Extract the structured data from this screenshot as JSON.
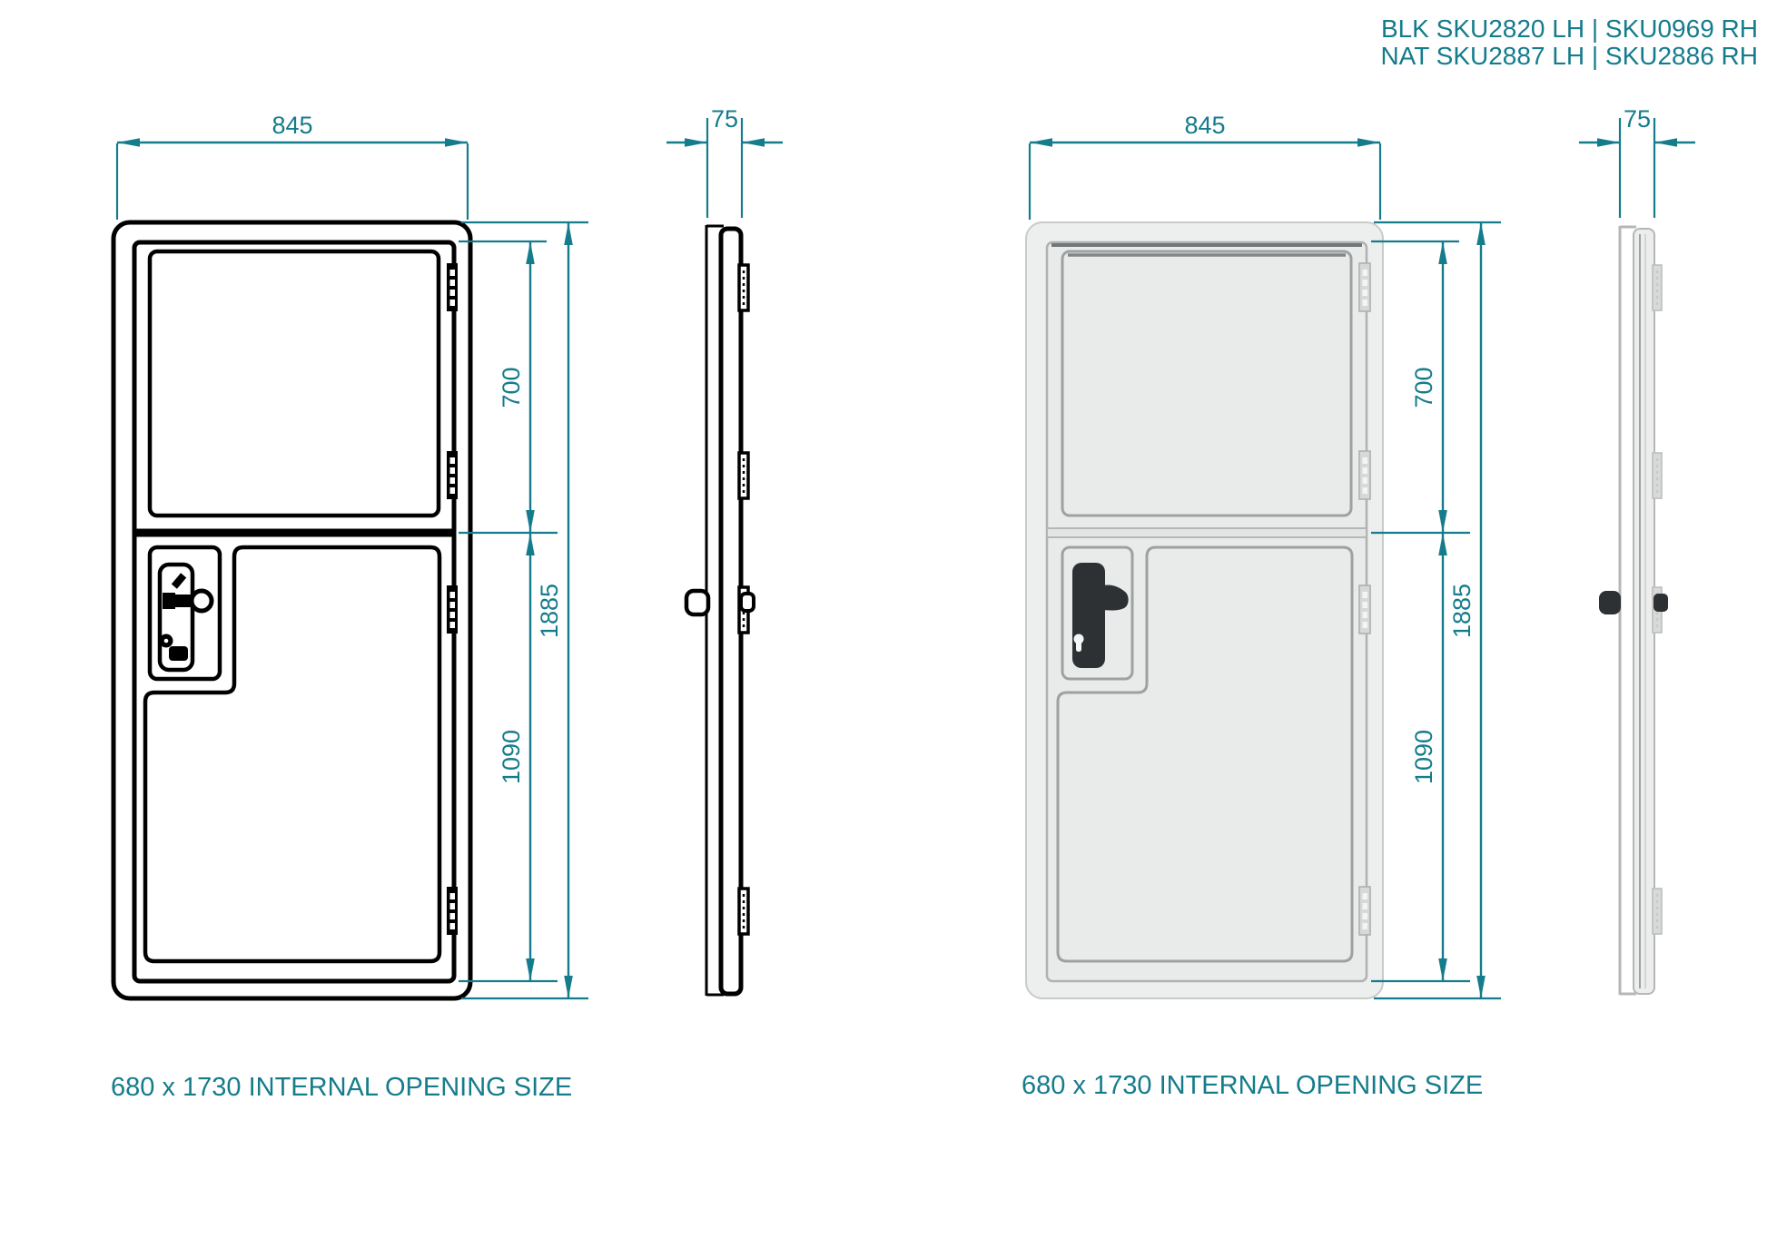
{
  "header": {
    "sku_line_1": "BLK SKU2820 LH | SKU0969 RH",
    "sku_line_2": "NAT SKU2887 LH | SKU2886 RH"
  },
  "colors": {
    "dimension_teal": "#157C8C",
    "line_art_black": "#000000",
    "door_fill_gray": "#E9EAEA",
    "hardware_dark": "#2E3134"
  },
  "left_drawing": {
    "style_note": "line art",
    "dimensions": {
      "width": "845",
      "thickness": "75",
      "top_section": "700",
      "overall_height": "1885",
      "bottom_section": "1090"
    },
    "caption": "680 x 1730 INTERNAL OPENING SIZE"
  },
  "right_drawing": {
    "style_note": "shaded render",
    "dimensions": {
      "width": "845",
      "thickness": "75",
      "top_section": "700",
      "overall_height": "1885",
      "bottom_section": "1090"
    },
    "caption": "680 x 1730 INTERNAL OPENING SIZE"
  }
}
